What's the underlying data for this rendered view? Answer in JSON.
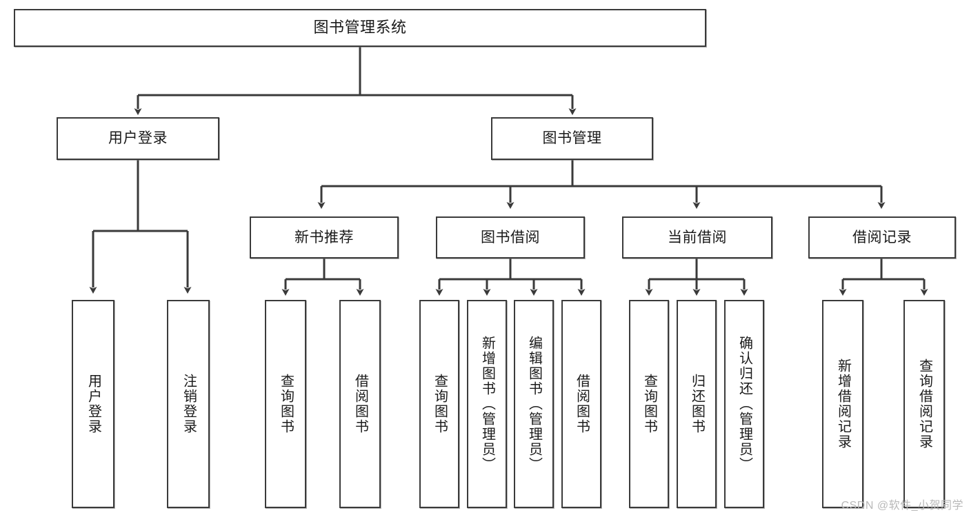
{
  "diagram": {
    "title": "图书管理系统",
    "watermark": "CSDN @软件_小贺同学",
    "line_color": "#3a3a3a",
    "box_border_color": "#3a3a3a",
    "box_fill_color": "#ffffff",
    "text_color": "#1a1a1a",
    "watermark_color": "#b9b9b9"
  },
  "nodes": {
    "root": {
      "label": "图书管理系统"
    },
    "level2": [
      {
        "label": "用户登录"
      },
      {
        "label": "图书管理"
      }
    ],
    "level3": [
      {
        "label": "新书推荐"
      },
      {
        "label": "图书借阅"
      },
      {
        "label": "当前借阅"
      },
      {
        "label": "借阅记录"
      }
    ],
    "leaves": {
      "user_login": [
        {
          "label": "用户登录"
        },
        {
          "label": "注销登录"
        }
      ],
      "new_book": [
        {
          "label": "查询图书"
        },
        {
          "label": "借阅图书"
        }
      ],
      "book_borrow": [
        {
          "label": "查询图书"
        },
        {
          "label": "新增图书（管理员）"
        },
        {
          "label": "编辑图书（管理员）"
        },
        {
          "label": "借阅图书"
        }
      ],
      "current_borrow": [
        {
          "label": "查询图书"
        },
        {
          "label": "归还图书"
        },
        {
          "label": "确认归还（管理员）"
        }
      ],
      "borrow_record": [
        {
          "label": "新增借阅记录"
        },
        {
          "label": "查询借阅记录"
        }
      ]
    }
  }
}
